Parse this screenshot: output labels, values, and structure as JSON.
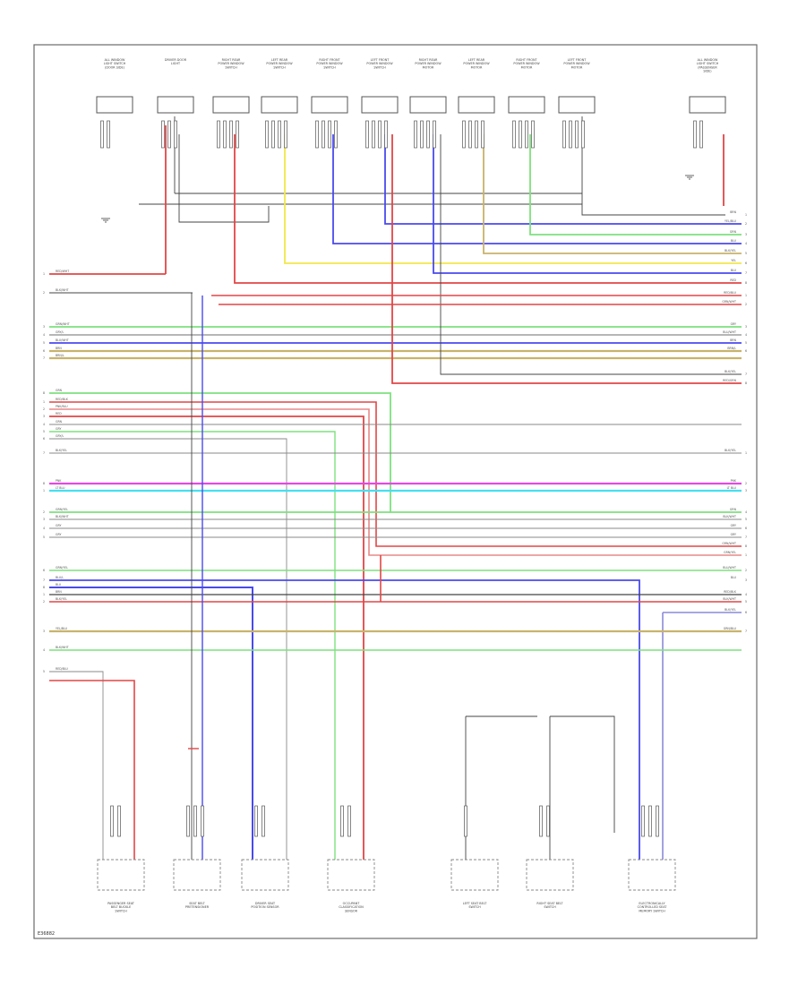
{
  "diagram_code": "E36882",
  "top_components": [
    "ALL WINDOW LIGHT SWITCH (DOOR SIDE)",
    "DRIVER DOOR LIGHT",
    "RIGHT REAR POWER WINDOW SWITCH",
    "LEFT REAR POWER WINDOW SWITCH",
    "RIGHT FRONT POWER WINDOW SWITCH",
    "LEFT FRONT POWER WINDOW SWITCH",
    "RIGHT REAR POWER WINDOW MOTOR",
    "LEFT REAR POWER WINDOW MOTOR",
    "RIGHT FRONT POWER WINDOW MOTOR",
    "LEFT FRONT POWER WINDOW MOTOR",
    "ALL WINDOW LIGHT SWITCH (PASSENGER SIDE)"
  ],
  "bottom_components": [
    "PASSENGER SEAT BELT BUCKLE SWITCH",
    "SEAT BELT PRETENSIONER",
    "DRIVER SEAT POSITION SENSOR",
    "OCCUPANT CLASSIFICATION SENSOR",
    "LEFT SEAT BELT SWITCH",
    "RIGHT SEAT BELT SWITCH",
    "ELECTRONICALLY CONTROLLED SEAT MEMORY SWITCH"
  ],
  "left_wire_labels": [
    "RED/WHT",
    "BLK/WHT",
    "GRN/WHT",
    "GRY/L",
    "BLU/WHT",
    "BRN",
    "BRN/L",
    "GRN",
    "RED/BLK",
    "PNK/BLU",
    "RED",
    "GRN",
    "GRY",
    "GRY/L",
    "BLK/YEL",
    "PNK",
    "LT BLU",
    "GRN/YEL",
    "BLK/WHT",
    "GRY",
    "GRY",
    "GRN/YEL",
    "BLU/L",
    "BLU",
    "BRN",
    "BLK/YEL",
    "YEL/BLU",
    "BLK/WHT",
    "RED/BLU"
  ],
  "right_wire_labels": [
    "BRN",
    "YEL/BLU",
    "GRN",
    "BLU",
    "BLK/YEL",
    "YEL",
    "BLU",
    "RED",
    "RED/BLU",
    "GRN/WHT",
    "GRY",
    "BLU/WHT",
    "BRN",
    "BRN/L",
    "BLK/YEL",
    "RED/GRN",
    "BLK/YEL",
    "PNK",
    "LT BLU",
    "GRN",
    "BLK/WHT",
    "GRY",
    "GRY",
    "GRN/WHT",
    "GRN/YEL",
    "BLU/WHT",
    "BLU",
    "RED/BLK",
    "BLK/WHT",
    "BLK/YEL",
    "GRN/BLU"
  ],
  "colors": {
    "red": "#e24646",
    "yellow": "#f2e84a",
    "blue": "#4a4aee",
    "green": "#7ee07e",
    "tan": "#c9b36a",
    "magenta": "#e24ae2",
    "cyan": "#44e0f0",
    "violet": "#8a8ad8",
    "gray": "#8a8a8a",
    "black": "#444444",
    "pink": "#e88888"
  }
}
